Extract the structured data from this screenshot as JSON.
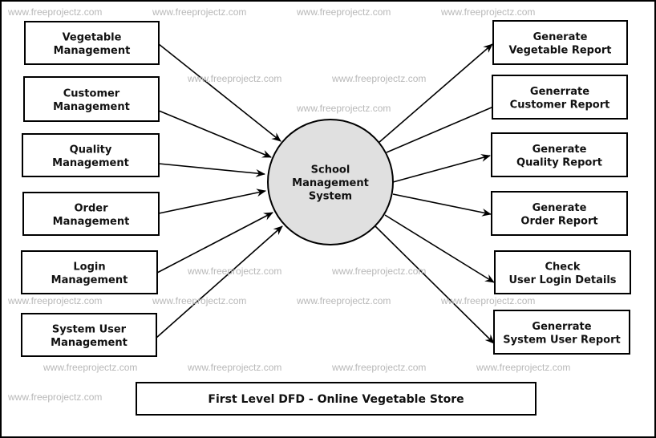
{
  "diagram": {
    "title": "First Level DFD - Online Vegetable Store",
    "process": {
      "lines": [
        "School",
        "Management",
        "System"
      ],
      "fill": "#e0e0e0"
    },
    "sources": [
      {
        "lines": [
          "Vegetable",
          "Management"
        ]
      },
      {
        "lines": [
          "Customer",
          "Management"
        ]
      },
      {
        "lines": [
          "Quality",
          "Management"
        ]
      },
      {
        "lines": [
          "Order",
          "Management"
        ]
      },
      {
        "lines": [
          "Login",
          "Management"
        ]
      },
      {
        "lines": [
          "System User",
          "Management"
        ]
      }
    ],
    "outputs": [
      {
        "lines": [
          "Generate",
          "Vegetable Report"
        ]
      },
      {
        "lines": [
          "Generrate",
          "Customer Report"
        ]
      },
      {
        "lines": [
          "Generate",
          "Quality Report"
        ]
      },
      {
        "lines": [
          "Generate",
          "Order Report"
        ]
      },
      {
        "lines": [
          "Check",
          "User Login Details"
        ]
      },
      {
        "lines": [
          "Generrate",
          "System User Report"
        ]
      }
    ],
    "watermark": "www.freeprojectz.com"
  }
}
